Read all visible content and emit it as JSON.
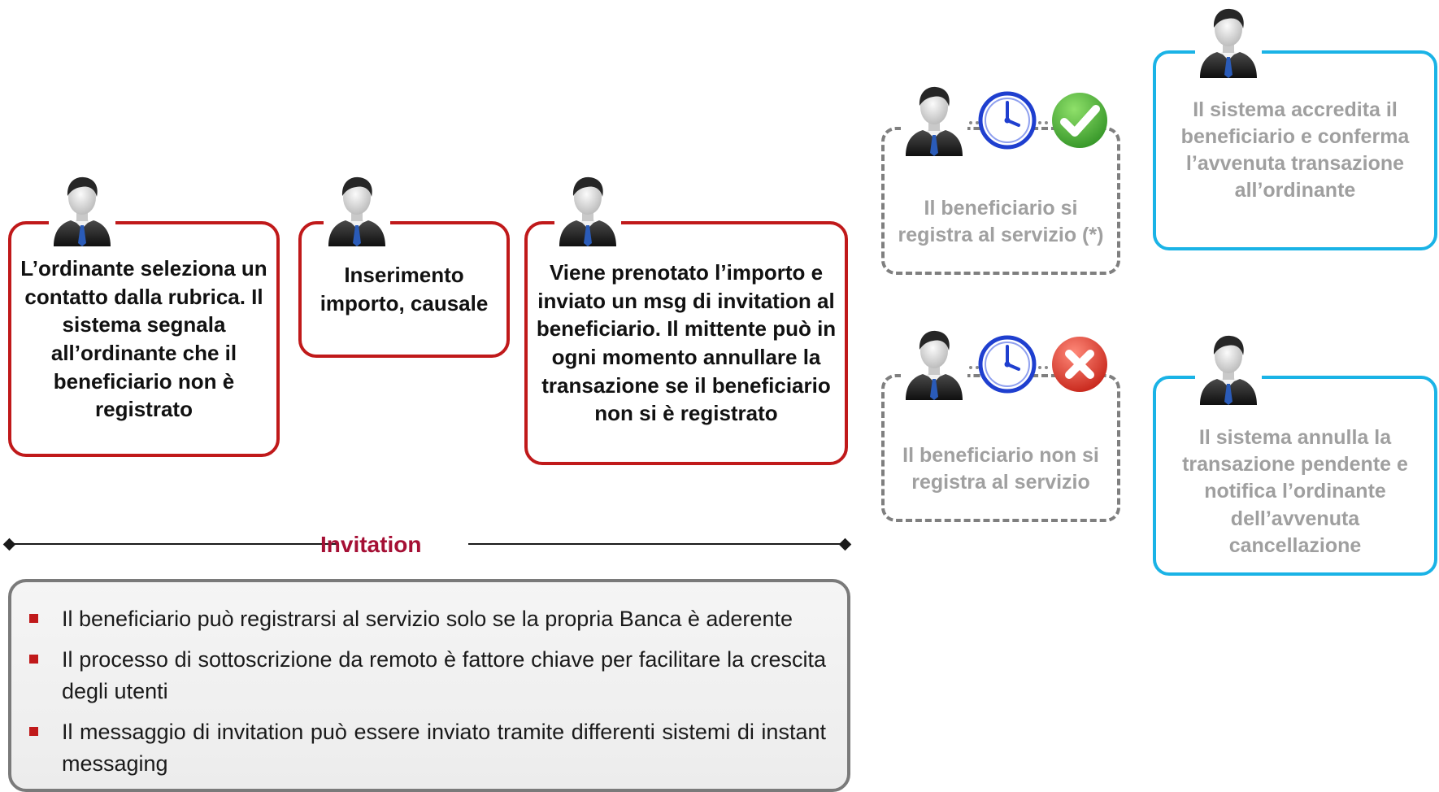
{
  "steps": [
    {
      "text": "L’ordinante seleziona un contatto dalla rubrica. Il sistema segnala all’ordinante che il beneficiario non è registrato"
    },
    {
      "text": "Inserimento importo,  causale"
    },
    {
      "text": "Viene prenotato l’importo e inviato un msg di invitation al beneficiario. Il mittente può in ogni momento annullare la transazione se il beneficiario non si è registrato"
    }
  ],
  "outcomes": {
    "registered": {
      "text": "Il beneficiario si registra al servizio (*)",
      "result_icon": "check-icon",
      "result_text": "Il sistema accredita il beneficiario e conferma l’avvenuta transazione all’ordinante"
    },
    "not_registered": {
      "text": "Il beneficiario non si registra al servizio",
      "result_icon": "x-icon",
      "result_text": "Il sistema annulla la transazione pendente e notifica l’ordinante dell’avvenuta cancellazione"
    }
  },
  "divider_label": "Invitation",
  "notes": [
    "Il beneficiario può registrarsi al servizio solo se la propria Banca è aderente",
    "Il processo di sottoscrizione da remoto è fattore chiave per facilitare la crescita degli utenti",
    "Il messaggio di invitation può essere inviato tramite differenti sistemi di instant messaging"
  ],
  "colors": {
    "step_border": "#c0191a",
    "outcome_border": "#7f7f7f",
    "result_border": "#1ab3e6",
    "divider_label": "#a50f34",
    "bullet": "#c0191a",
    "check_icon": "#3aa52d",
    "x_icon": "#d42a1e",
    "clock_icon": "#1f3fcf"
  },
  "icons": [
    "person-icon",
    "clock-icon",
    "check-icon",
    "x-icon"
  ]
}
